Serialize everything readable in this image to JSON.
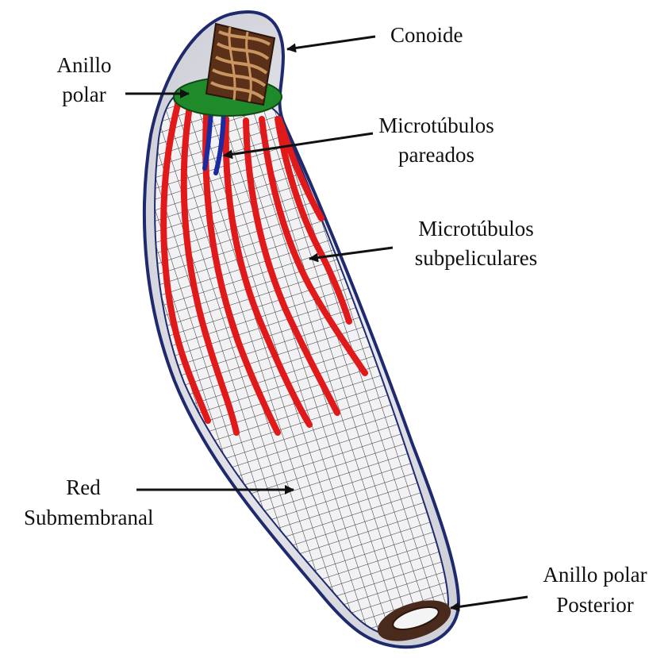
{
  "labels": {
    "conoide": "Conoide",
    "anillo_polar_line1": "Anillo",
    "anillo_polar_line2": "polar",
    "microtubulos_pareados_line1": "Microtúbulos",
    "microtubulos_pareados_line2": "pareados",
    "microtubulos_subpeliculares_line1": "Microtúbulos",
    "microtubulos_subpeliculares_line2": "subpeliculares",
    "red_submembranal_line1": "Red",
    "red_submembranal_line2": "Submembranal",
    "anillo_polar_posterior_line1": "Anillo polar",
    "anillo_polar_posterior_line2": "Posterior"
  },
  "colors": {
    "membrane": "#1f2a6e",
    "cell_fill": "#e9e9ee",
    "mesh": "#2a2a2a",
    "microtubule_red": "#e0191b",
    "paired_microtubule_blue": "#1c2aa0",
    "polar_ring_green": "#1e8a2a",
    "conoid_brown": "#5a3018",
    "conoid_stripe": "#c99560",
    "posterior_ring": "#4a2a1c"
  }
}
